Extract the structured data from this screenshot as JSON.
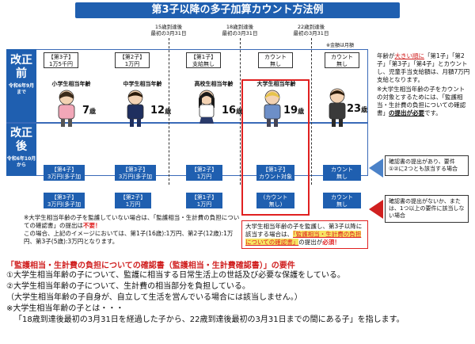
{
  "title": "第3子以降の多子加算カウント方法例",
  "milestones": [
    {
      "line1": "15歳到達後",
      "line2": "最初の3月31日"
    },
    {
      "line1": "18歳到達後",
      "line2": "最初の3月31日"
    },
    {
      "line1": "22歳到達後",
      "line2": "最初の3月31日"
    }
  ],
  "amount_note": "※金額は月額",
  "before_label": {
    "main": "改正前",
    "sub": "令和6年9月まで"
  },
  "after_label": {
    "main": "改正後",
    "sub": "令和6年10月から"
  },
  "before_boxes": [
    {
      "l1": "【第3子】",
      "l2": "1万5千円"
    },
    {
      "l1": "【第2子】",
      "l2": "1万円"
    },
    {
      "l1": "【第1子】",
      "l2": "支給無し"
    },
    {
      "l1": "カウント",
      "l2": "無し"
    },
    {
      "l1": "カウント",
      "l2": "無し"
    }
  ],
  "children": [
    {
      "stage": "小学生相当年齢",
      "age": "7",
      "unit": "歳"
    },
    {
      "stage": "中学生相当年齢",
      "age": "12",
      "unit": "歳"
    },
    {
      "stage": "高校生相当年齢",
      "age": "16",
      "unit": "歳"
    },
    {
      "stage": "大学生相当年齢",
      "age": "19",
      "unit": "歳"
    },
    {
      "stage": "",
      "age": "23",
      "unit": "歳"
    }
  ],
  "after_boxes": [
    {
      "l1": "【第4子】",
      "l2": "3万円(多子加算)"
    },
    {
      "l1": "【第3子】",
      "l2": "3万円(多子加算)"
    },
    {
      "l1": "【第2子】",
      "l2": "1万円"
    },
    {
      "l1": "【第1子】",
      "l2": "カウント対象"
    },
    {
      "l1": "カウント",
      "l2": "無し"
    }
  ],
  "alt_boxes": [
    {
      "l1": "【第3子】",
      "l2": "3万円(多子加算)"
    },
    {
      "l1": "【第2子】",
      "l2": "1万円"
    },
    {
      "l1": "【第1子】",
      "l2": "1万円"
    },
    {
      "l1": "(カウント",
      "l2": "無し)"
    },
    {
      "l1": "カウント",
      "l2": "無し"
    }
  ],
  "side_note": {
    "p1a": "年齢が",
    "p1b": "大きい順に",
    "p1c": "「第1子」「第2子」「第3子」「第4子」",
    "p1d": "とカウントし、児童手当支給額は、月額7万円支給となります。",
    "p2a": "※大学生相当年齢の子をカウントの対象とするためには、「監護相当・生計費の負担についての確認書」",
    "p2b": "の提出が必要",
    "p2c": "です。"
  },
  "bubble_ok": "確認書の提出があり、要件①②に2つとも該当する場合",
  "bubble_ng": "確認書の提出がないか、または、1つ以上の要件に該当しない場合",
  "note_left": {
    "a": "※大学生相当年齢の子を監護していない場合は、「監護相当・生計費の負担についての確認書」の提出は",
    "b": "不要！",
    "c": "この場合、上記のイメージにおいては、第1子(16歳):1万円、第2子(12歳):1万円、第3子(5歳):3万円となります。"
  },
  "note_right": {
    "a": "大学生相当年齢の子を監護し、第3子以降に該当する場合は、",
    "b": "「監護相当・生計費の負担についての確認書」",
    "c": "の提出が",
    "d": "必須！"
  },
  "bottom": {
    "heading": "「監護相当・生計費の負担についての確認書（監護相当・生計費確認書）」の要件",
    "r1": "①大学生相当年齢の子について、監護に相当する日常生活上の世話及び必要な保護をしている。",
    "r2": "②大学生相当年齢の子について、生計費の相当部分を負担している。",
    "r2n": "（大学生相当年齢の子自身が、自立して生活を営んでいる場合には該当しません。）",
    "d0": "※大学生相当年齢の子とは・・・",
    "d1": "「18歳到達後最初の3月31日を経過した子から、22歳到達後最初の3月31日までの間にある子」を指します。"
  },
  "colors": {
    "blue": "#1f5fb0",
    "red": "#e02020",
    "highlight": "#f7e463"
  }
}
